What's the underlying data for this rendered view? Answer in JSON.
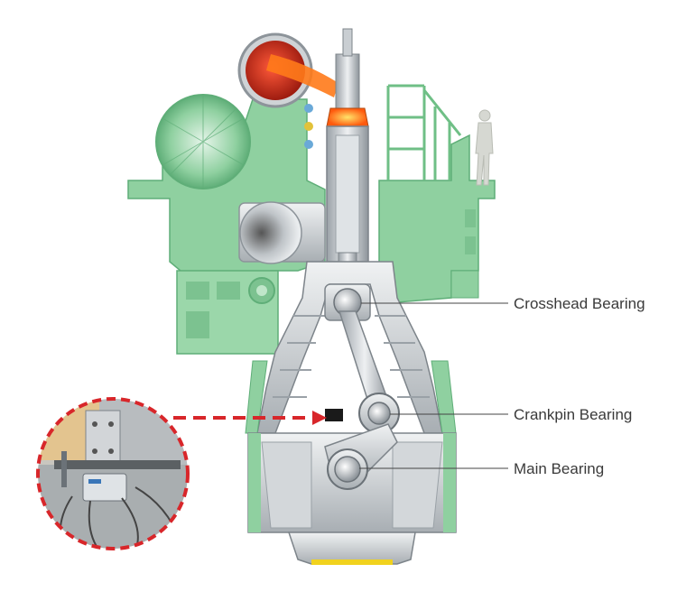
{
  "labels": {
    "crosshead": "Crosshead Bearing",
    "crankpin": "Crankpin Bearing",
    "main": "Main Bearing"
  },
  "colors": {
    "engine_green": "#8fd0a0",
    "engine_green_dark": "#5fae78",
    "metal_light": "#e6e8ea",
    "metal_mid": "#b9bec3",
    "metal_dark": "#7d848a",
    "callout_red": "#d8262a",
    "flame": "#ff7a1a",
    "leader_line": "#444444"
  },
  "icons": {
    "sensor_inset": "sensor-photo-icon",
    "engine": "marine-engine-cutaway-icon",
    "operator": "person-silhouette-icon"
  }
}
